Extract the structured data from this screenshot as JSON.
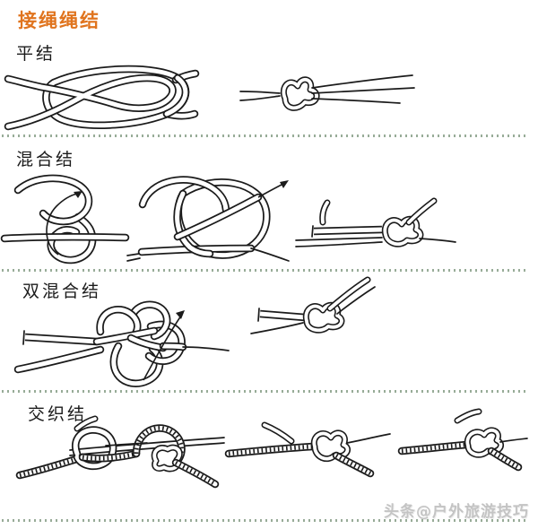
{
  "page": {
    "title": "接绳绳结",
    "title_color": "#e0741e",
    "ink_color": "#1b1b1b",
    "separator_color": "#98ac98",
    "background_color": "#ffffff"
  },
  "sections": [
    {
      "label": "平结",
      "steps": 2
    },
    {
      "label": "混合结",
      "steps": 3
    },
    {
      "label": "双混合结",
      "steps": 2
    },
    {
      "label": "交织结",
      "steps": 3
    }
  ],
  "footer": {
    "watermark": "头条@户外旅游技巧"
  }
}
